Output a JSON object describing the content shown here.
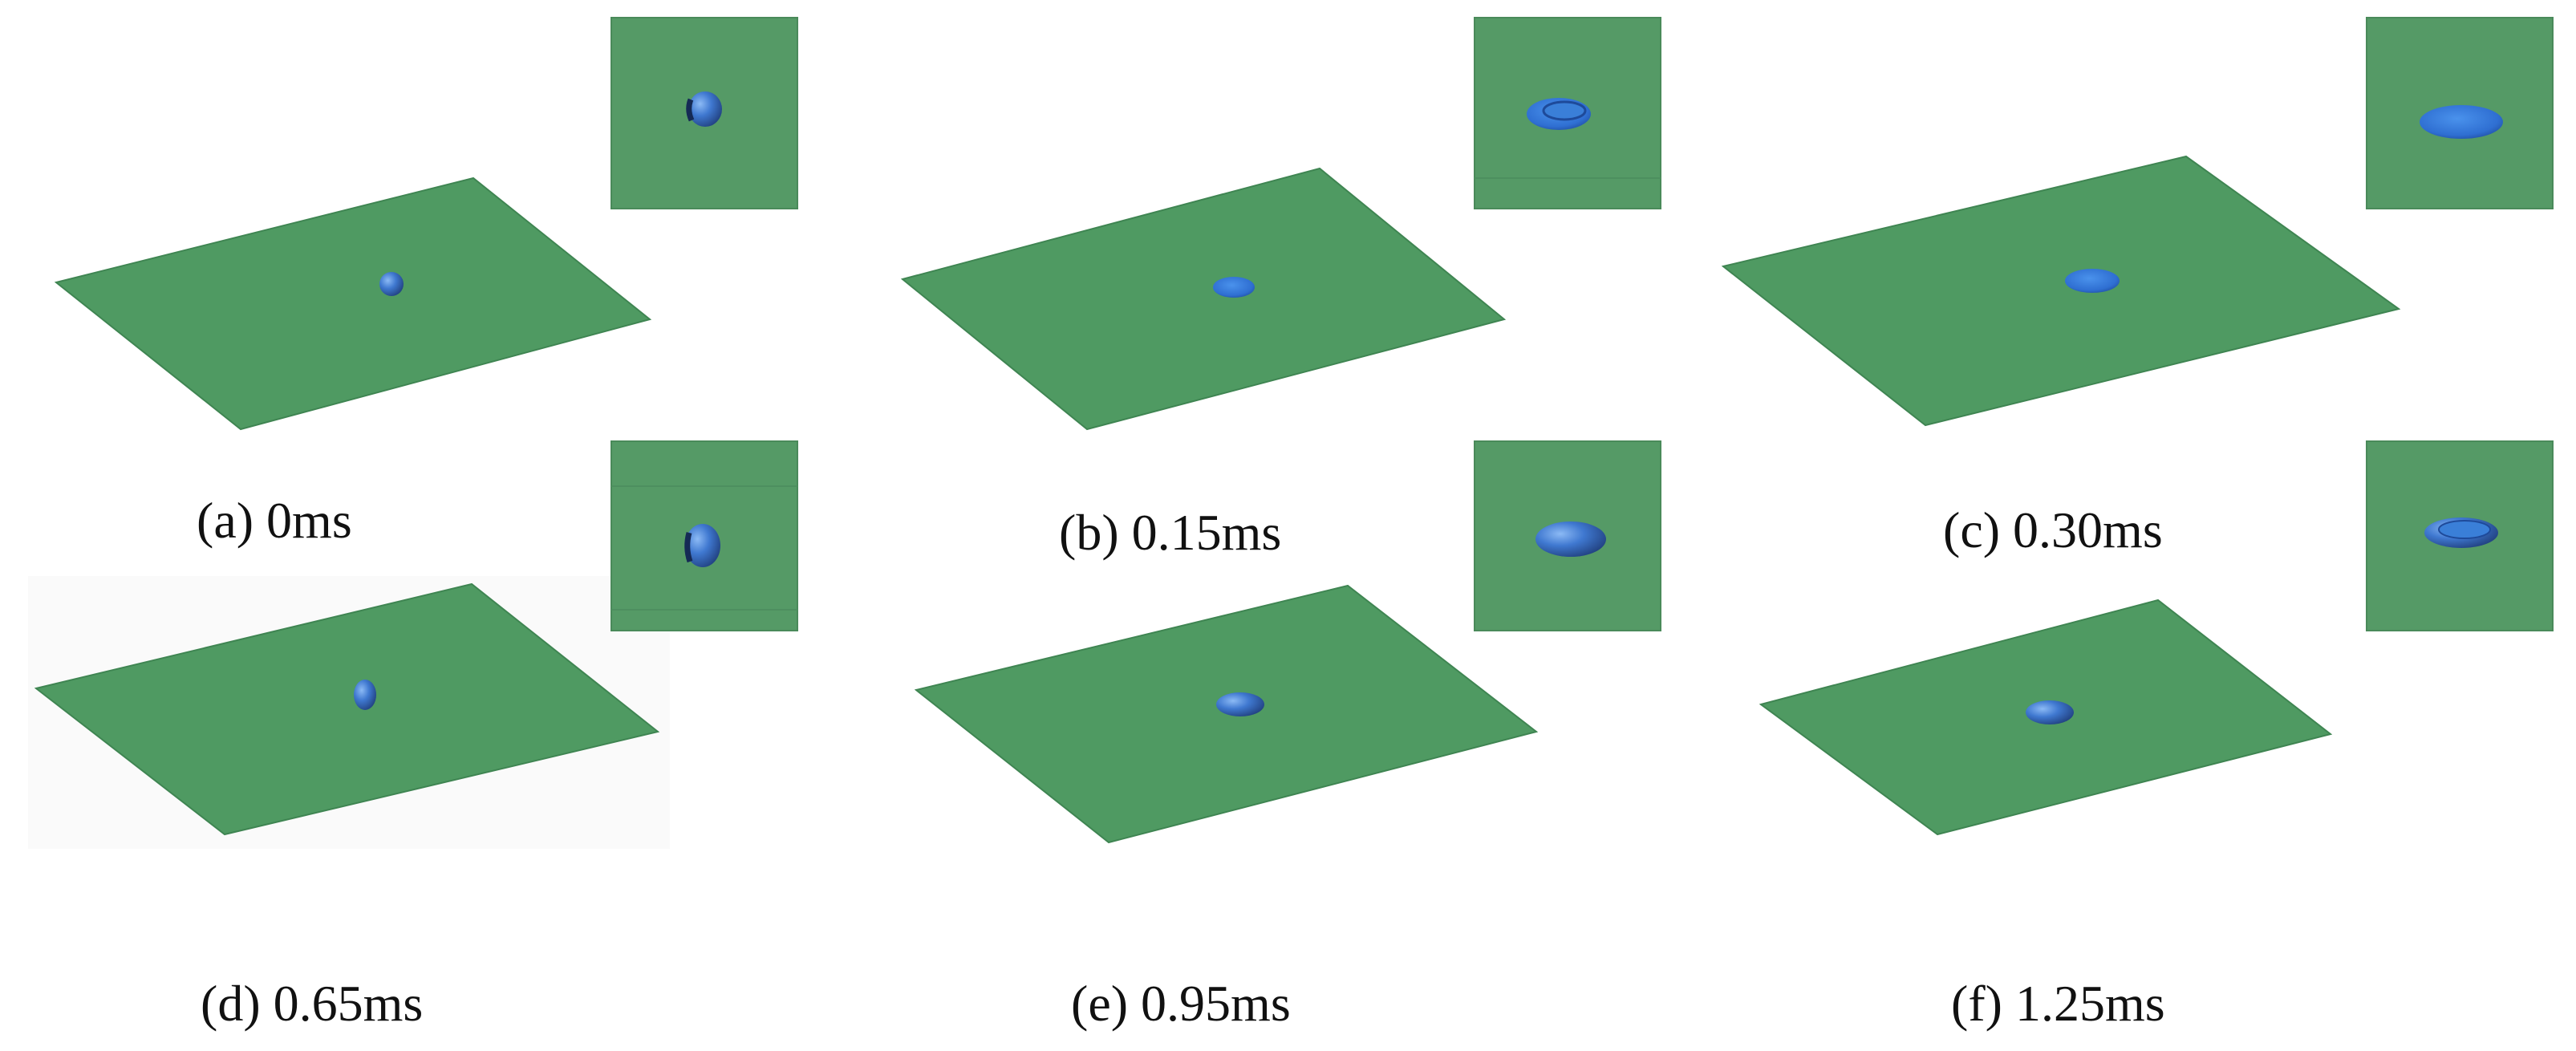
{
  "colors": {
    "plate": "#4f9a62",
    "plate_edge": "#3f8552",
    "inset_bg": "#559a66",
    "inset_border": "#4a8a5a",
    "droplet": "#3f78d0",
    "droplet_dark": "#24407a",
    "droplet_light": "#7fb0f0",
    "background": "#ffffff"
  },
  "panels": [
    {
      "id": "a",
      "caption": "(a) 0ms",
      "droplet_stage": "sphere"
    },
    {
      "id": "b",
      "caption": "(b) 0.15ms",
      "droplet_stage": "spreading"
    },
    {
      "id": "c",
      "caption": "(c) 0.30ms",
      "droplet_stage": "max-spread"
    },
    {
      "id": "d",
      "caption": "(d) 0.65ms",
      "droplet_stage": "rebound-column"
    },
    {
      "id": "e",
      "caption": "(e) 0.95ms",
      "droplet_stage": "recoil"
    },
    {
      "id": "f",
      "caption": "(f) 1.25ms",
      "droplet_stage": "settled"
    }
  ]
}
